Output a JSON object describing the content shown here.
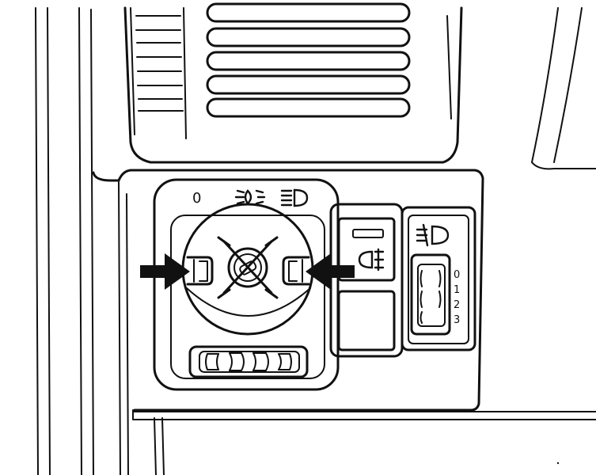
{
  "light_switch": {
    "positions": [
      "0",
      "",
      ""
    ],
    "position_icons": [
      "off",
      "parking-light-icon",
      "headlight-icon"
    ]
  },
  "panel_dimmer": {
    "scale_labels": [
      "0",
      "1",
      "2",
      "3"
    ],
    "icon": "headlight-range-icon"
  },
  "fog_switch": {
    "icon": "rear-fog-light-icon"
  },
  "arrows": {
    "count": 2,
    "direction": "pointing-to-release-tabs"
  }
}
